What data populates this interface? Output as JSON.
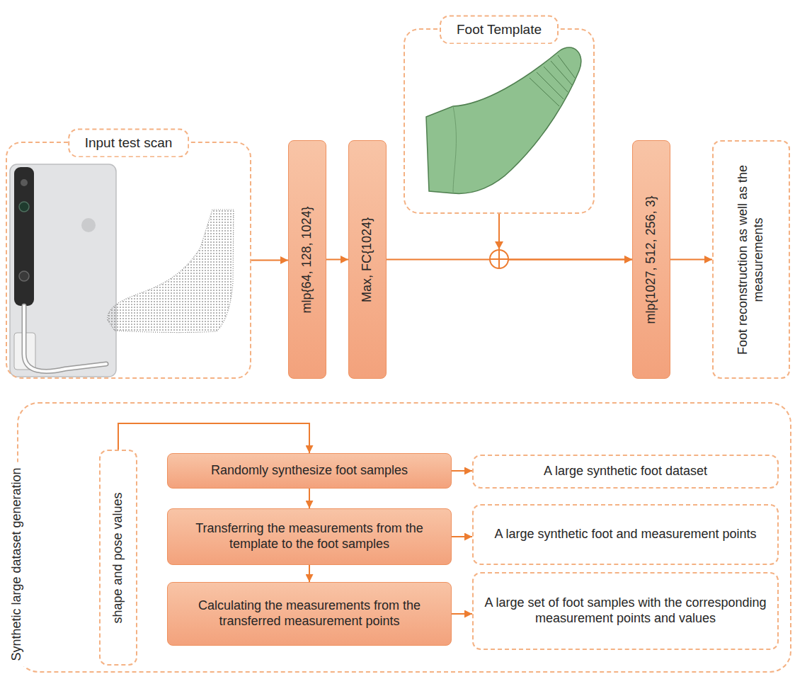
{
  "diagram": {
    "nodes": [
      {
        "text": [
          "Input test scan"
        ]
      },
      {
        "text": [
          "mlp{64, 128, 1024}"
        ]
      },
      {
        "text": [
          "Max, FC{1024}"
        ]
      },
      {
        "text": [
          "Foot Template"
        ]
      },
      {
        "text": [
          "mlp{1027, 512, 256, 3}"
        ]
      },
      {
        "text": [
          "Foot reconstruction as well as the measurements"
        ]
      },
      {
        "text": [
          "Synthetic large dataset generation"
        ]
      },
      {
        "text": [
          "shape and pose values"
        ],
        "in": 6
      },
      {
        "text": [
          "Randomly synthesize foot samples"
        ],
        "in": 6
      },
      {
        "text": [
          "A large synthetic foot dataset"
        ],
        "in": 6
      },
      {
        "text": [
          "Transferring the measurements from the template to the foot samples"
        ],
        "in": 6
      },
      {
        "text": [
          "A large synthetic foot and measurement points"
        ],
        "in": 6
      },
      {
        "text": [
          "Calculating the measurements from the transferred measurement points"
        ],
        "in": 6
      },
      {
        "text": [
          "A large set of foot samples with the corresponding measurement points and values"
        ],
        "in": 6
      }
    ],
    "edges": [
      {
        "from": 0,
        "to": 1,
        "arrow": "to"
      },
      {
        "from": 1,
        "to": 2,
        "arrow": "to"
      },
      {
        "from": 2,
        "to": 4,
        "arrow": "to"
      },
      {
        "from": 3,
        "to": 4,
        "arrow": "to"
      },
      {
        "from": 4,
        "to": 5,
        "arrow": "to"
      },
      {
        "from": 7,
        "to": 8,
        "arrow": "to"
      },
      {
        "from": 8,
        "to": 9,
        "arrow": "to"
      },
      {
        "from": 8,
        "to": 10,
        "arrow": "to"
      },
      {
        "from": 10,
        "to": 11,
        "arrow": "to"
      },
      {
        "from": 10,
        "to": 12,
        "arrow": "to"
      },
      {
        "from": 12,
        "to": 13,
        "arrow": "to"
      }
    ]
  }
}
